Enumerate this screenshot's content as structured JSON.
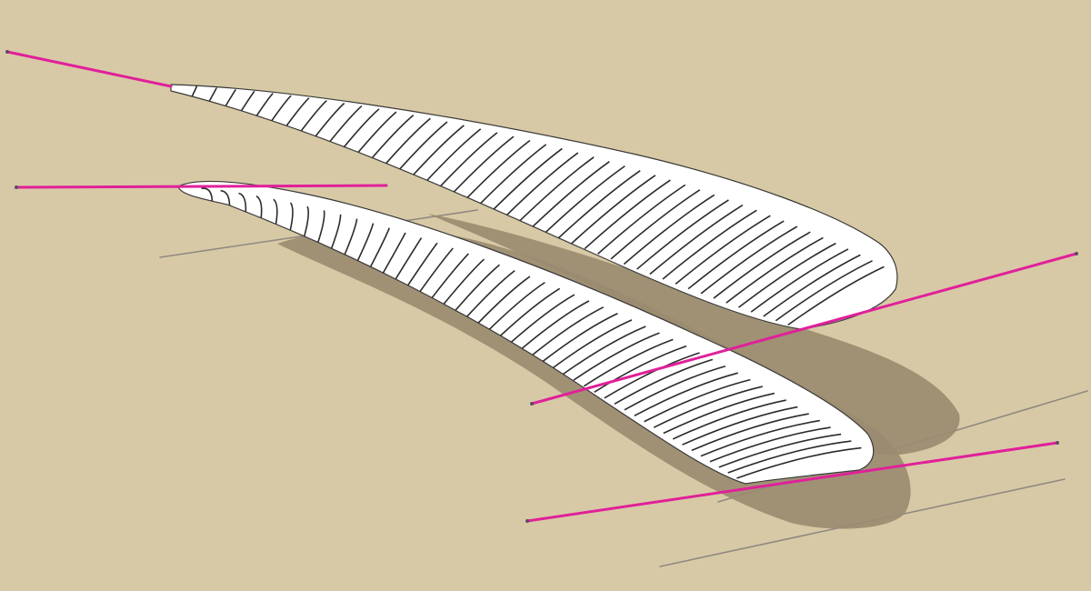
{
  "scene": {
    "background": "#d8c9a6",
    "blade_fill": "#ffffff",
    "rib_color": "#2b2b2b",
    "shadow_color": "#9a8b70",
    "axis_color": "#e0209a",
    "ground_line_color": "#8f8a80",
    "objects": [
      "upper-blade",
      "lower-blade",
      "pitch-axis-lines",
      "ground-lines"
    ]
  }
}
